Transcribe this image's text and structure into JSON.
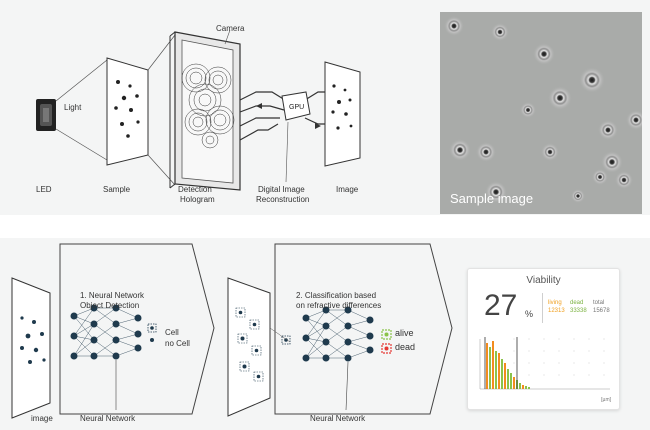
{
  "top": {
    "labels": {
      "camera": "Camera",
      "light": "Light",
      "gpu": "GPU",
      "led": "LED",
      "sample": "Sample",
      "detection_hologram_1": "Detection",
      "detection_hologram_2": "Hologram",
      "reconstruction_1": "Digital Image",
      "reconstruction_2": "Reconstruction",
      "image": "Image"
    },
    "sample_image_caption": "Sample image"
  },
  "bottom": {
    "stage1": {
      "title_1": "1. Neural Network",
      "title_2": "Object Detection",
      "out_1": "Cell",
      "out_2": "no Cell",
      "image_label": "image",
      "network_label": "Neural Network"
    },
    "stage2": {
      "title_1": "2. Classification based",
      "title_2": "on refractive differences",
      "alive": "alive",
      "dead": "dead",
      "network_label": "Neural Network"
    }
  },
  "viability": {
    "title": "Viability",
    "percent": "27",
    "percent_sign": "%",
    "live_label": "living",
    "live_value": "12313",
    "dead_label": "dead",
    "dead_value": "33338",
    "total_label": "total",
    "total_value": "15678",
    "axis_unit": "[µm]"
  },
  "colors": {
    "background": "#f4f5f5",
    "line": "#333333",
    "network_node": "#1f3a4d",
    "alive": "#8bc34a",
    "dead": "#e53935",
    "bar_orange": "#f28c1e",
    "bar_green": "#8bc34a",
    "live_text": "#f0a020",
    "dead_text": "#7cb342"
  }
}
